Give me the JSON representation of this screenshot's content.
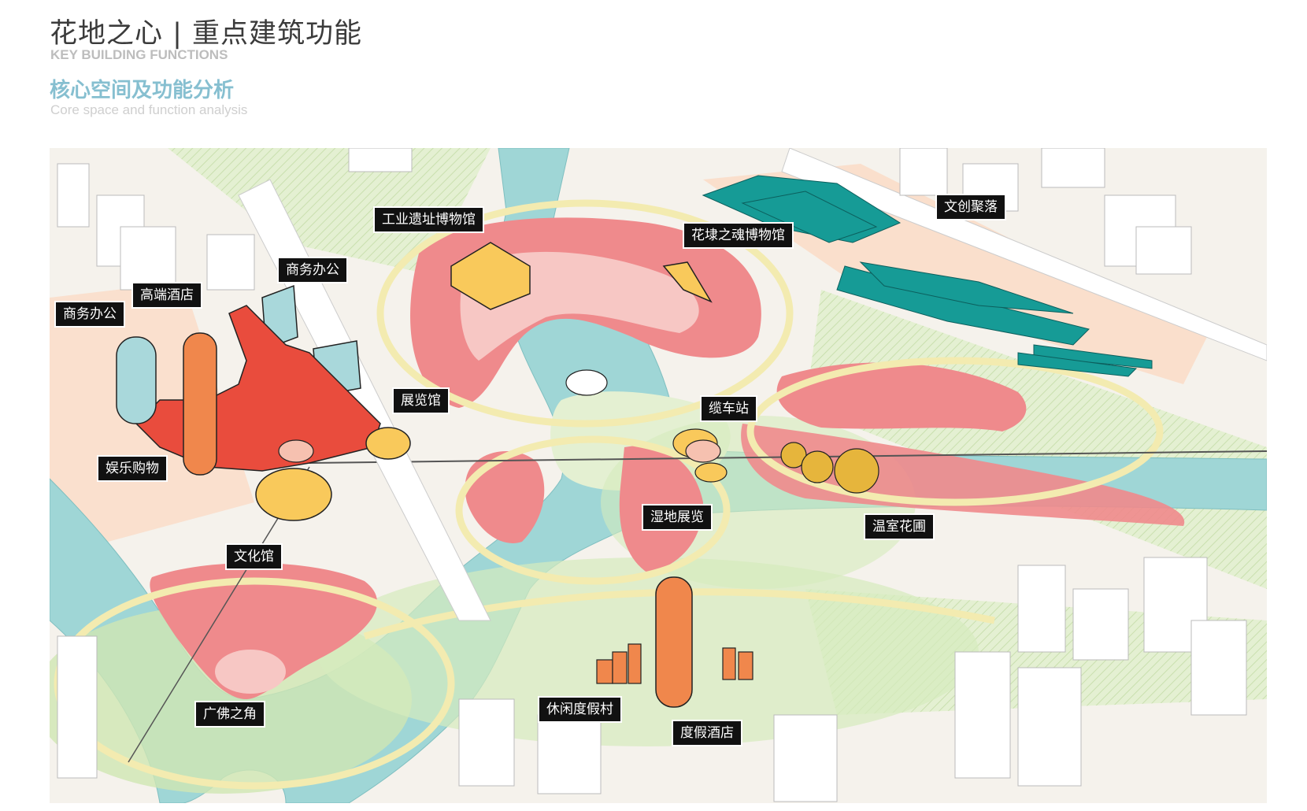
{
  "header": {
    "title": "花地之心 | 重点建筑功能",
    "title_en": "KEY BUILDING FUNCTIONS",
    "subtitle": "核心空间及功能分析",
    "subtitle_en": "Core space and function analysis"
  },
  "map_labels": {
    "industrial_museum": "工业遗址博物馆",
    "flower_museum": "花埭之魂博物馆",
    "creative_cluster": "文创聚落",
    "business_office_1": "商务办公",
    "business_office_2": "商务办公",
    "luxury_hotel": "高端酒店",
    "exhibition_hall": "展览馆",
    "shopping": "娱乐购物",
    "cable_car_station": "缆车站",
    "wetland_exhibition": "湿地展览",
    "greenhouse_garden": "温室花圃",
    "cultural_center": "文化馆",
    "guangfo_corner": "广佛之角",
    "leisure_village": "休闲度假村",
    "resort_hotel": "度假酒店"
  },
  "colors": {
    "river": "#9fd6d6",
    "park": "#c4e1a5",
    "plaza_red": "#ef8a8c",
    "plaza_pink": "#f7c7c4",
    "building_yellow": "#f9c95b",
    "building_orange": "#f0874c",
    "building_red": "#e94c3d",
    "building_teal": "#169b96",
    "building_blue": "#a9d8db",
    "land_peach": "#fbd9c4",
    "path_yellow": "#f3ebb0",
    "label_bg": "#111111",
    "heading_blue": "#86bfd0"
  }
}
